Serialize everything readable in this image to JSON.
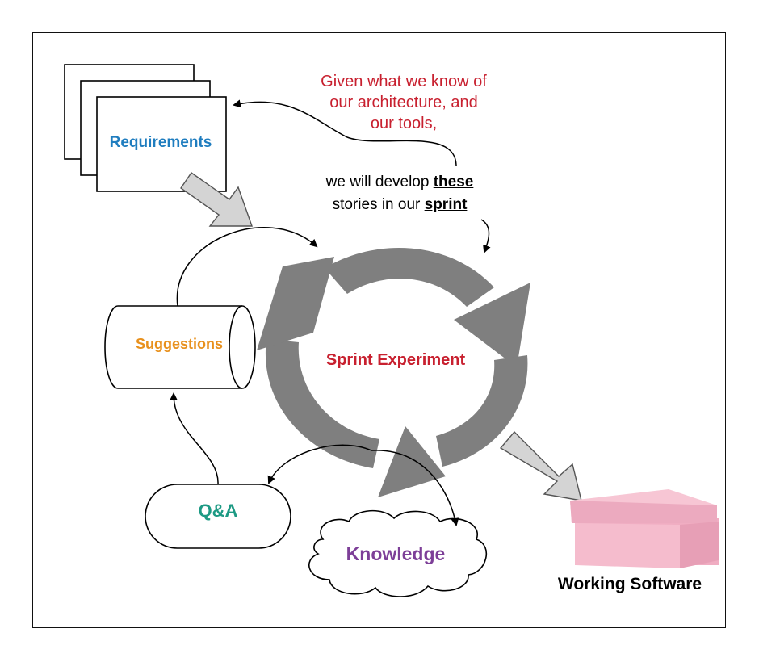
{
  "colors": {
    "requirements": "#1f7dbf",
    "suggestions": "#e8901c",
    "qa": "#1d9a84",
    "knowledge": "#7d3f98",
    "sprint": "#c8202f",
    "annotation": "#c8202f",
    "cycle_arrows": "#7f7f7f",
    "flow_arrows": "#d4d4d4",
    "box": "#f4b8c8",
    "text_dark": "#000000"
  },
  "nodes": {
    "requirements": "Requirements",
    "suggestions": "Suggestions",
    "qa": "Q&A",
    "knowledge": "Knowledge",
    "sprint": "Sprint Experiment",
    "working_software": "Working Software"
  },
  "annotation": {
    "given_lines": [
      "Given what we know of",
      "our architecture, and",
      "our tools,"
    ],
    "develop_prefix": "we will develop ",
    "develop_these": "these",
    "develop_middle": "stories in our ",
    "develop_sprint": "sprint"
  },
  "icons": {
    "cycle": "circular-arrows-icon",
    "box": "gift-box-icon"
  }
}
